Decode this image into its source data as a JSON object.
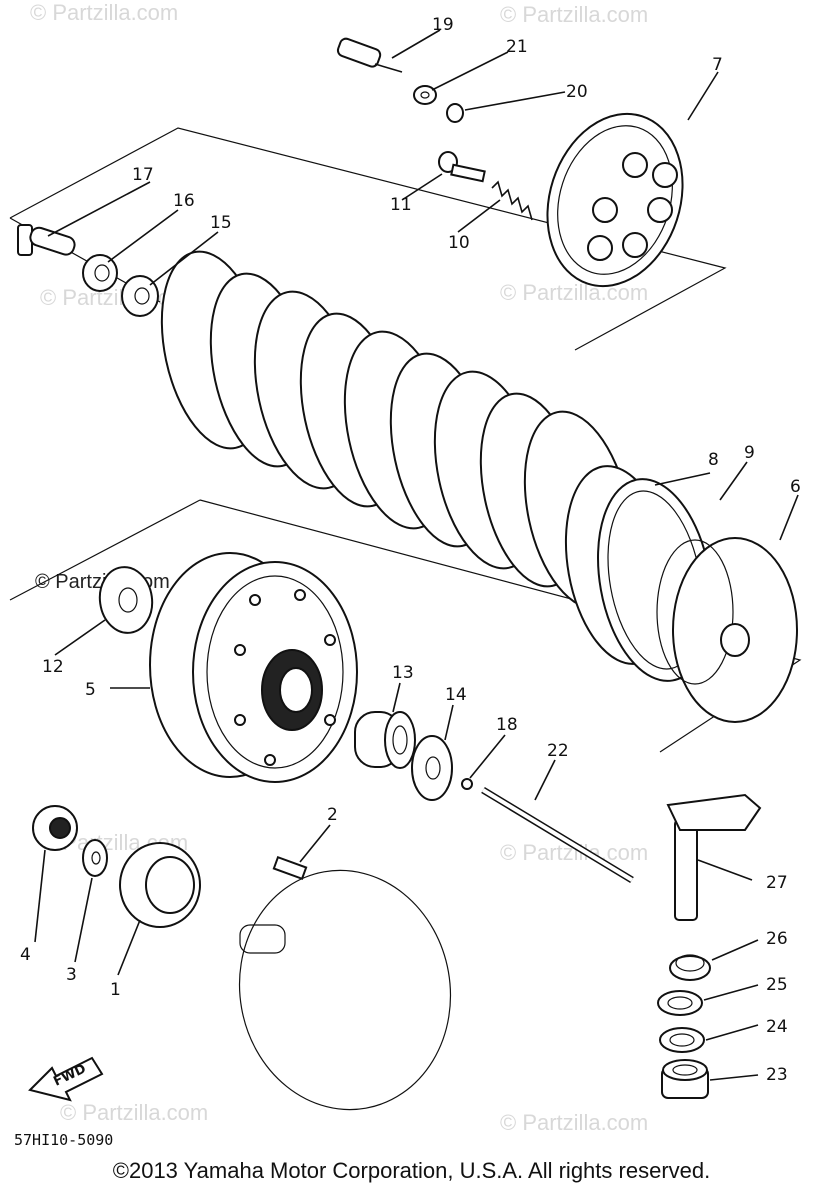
{
  "watermark": "© Partzilla.com",
  "watermark_prominent": "© Partzilla.com",
  "diagram_code": "57HI10-5090",
  "fwd_label": "FWD",
  "callouts": [
    {
      "id": "c1",
      "text": "1"
    },
    {
      "id": "c2",
      "text": "2"
    },
    {
      "id": "c3",
      "text": "3"
    },
    {
      "id": "c4",
      "text": "4"
    },
    {
      "id": "c5",
      "text": "5"
    },
    {
      "id": "c6",
      "text": "6"
    },
    {
      "id": "c7",
      "text": "7"
    },
    {
      "id": "c8",
      "text": "8"
    },
    {
      "id": "c9",
      "text": "9"
    },
    {
      "id": "c10",
      "text": "10"
    },
    {
      "id": "c11",
      "text": "11"
    },
    {
      "id": "c12",
      "text": "12"
    },
    {
      "id": "c13",
      "text": "13"
    },
    {
      "id": "c14",
      "text": "14"
    },
    {
      "id": "c15",
      "text": "15"
    },
    {
      "id": "c16",
      "text": "16"
    },
    {
      "id": "c17",
      "text": "17"
    },
    {
      "id": "c18",
      "text": "18"
    },
    {
      "id": "c19",
      "text": "19"
    },
    {
      "id": "c20",
      "text": "20"
    },
    {
      "id": "c21",
      "text": "21"
    },
    {
      "id": "c22",
      "text": "22"
    },
    {
      "id": "c23",
      "text": "23"
    },
    {
      "id": "c24",
      "text": "24"
    },
    {
      "id": "c25",
      "text": "25"
    },
    {
      "id": "c26",
      "text": "26"
    },
    {
      "id": "c27",
      "text": "27"
    }
  ],
  "copyright": "©2013  Yamaha Motor Corporation, U.S.A. All rights reserved."
}
